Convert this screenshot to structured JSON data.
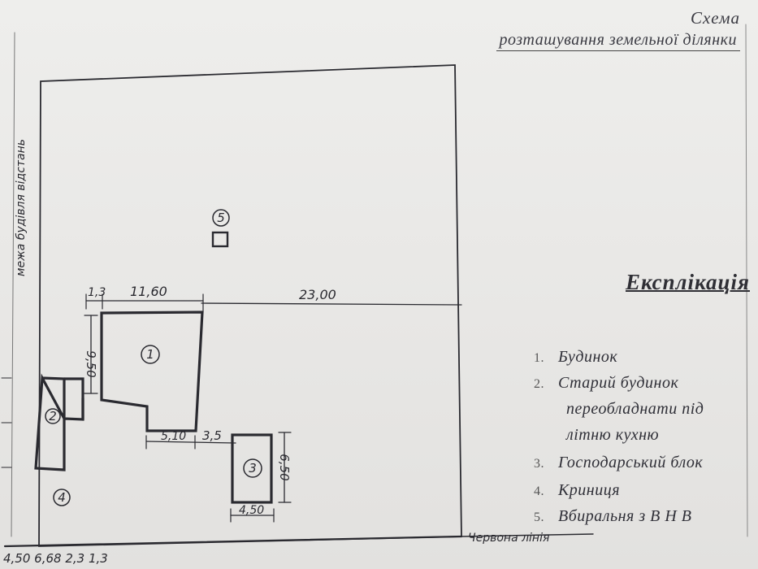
{
  "header": {
    "line1": "Схема",
    "line2": "розташування земельної ділянки"
  },
  "legend": {
    "title": "Експлікація",
    "items": [
      {
        "num": "1.",
        "lines": [
          "Будинок"
        ]
      },
      {
        "num": "2.",
        "lines": [
          "Старий будинок",
          "переобладнати під",
          "літню кухню"
        ]
      },
      {
        "num": "3.",
        "lines": [
          "Господарський блок"
        ]
      },
      {
        "num": "4.",
        "lines": [
          "Криниця"
        ]
      },
      {
        "num": "5.",
        "lines": [
          "Вбиральня з  В Н В"
        ]
      }
    ]
  },
  "plan": {
    "markers": [
      "1",
      "2",
      "3",
      "4",
      "5"
    ],
    "dims": {
      "d_1_3": "1,3",
      "d_11_60": "11,60",
      "d_23_00": "23,00",
      "d_9_50": "9,50",
      "d_5_10": "5,10",
      "d_3_5": "3,5",
      "d_6_50": "6,50",
      "d_4_50": "4,50"
    },
    "left_boundary_label": "межа будівля відстань",
    "red_line_label": "Червона лінія",
    "bottom_dims": "4,50 6,68 2,3 1,3"
  },
  "colors": {
    "ink": "#2a2a30",
    "paper": "#e9e8e6"
  }
}
